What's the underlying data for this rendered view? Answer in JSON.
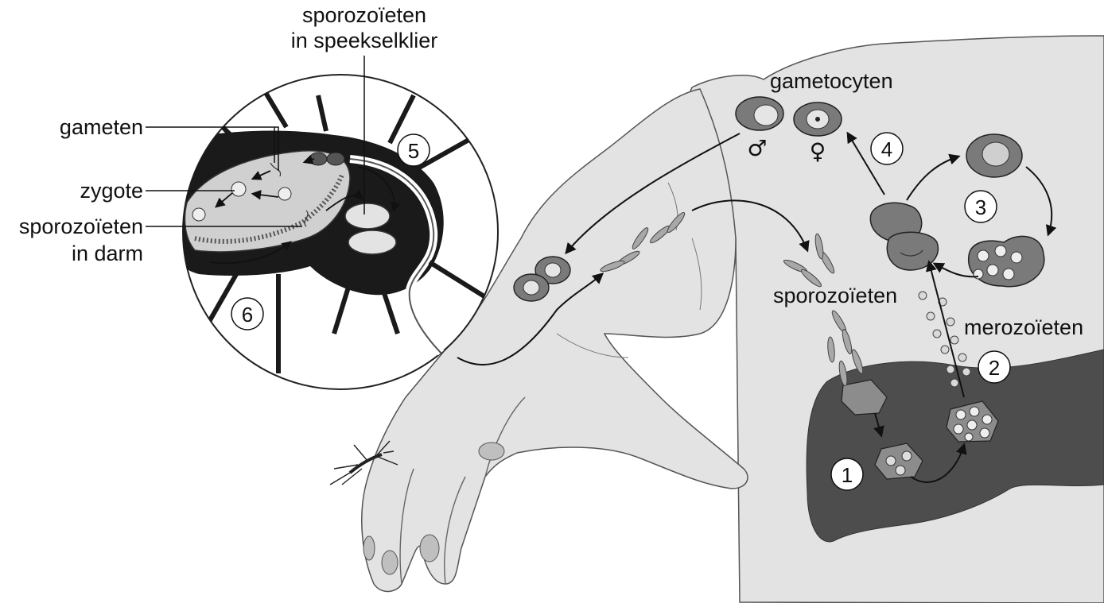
{
  "labels": {
    "sporozoieten_speekselklier_line1": "sporozoïeten",
    "sporozoieten_speekselklier_line2": "in speekselklier",
    "gameten": "gameten",
    "zygote": "zygote",
    "sporozoieten_darm_line1": "sporozoïeten",
    "sporozoieten_darm_line2": "in darm",
    "gametocyten": "gametocyten",
    "sporozoieten": "sporozoïeten",
    "merozoieten": "merozoïeten"
  },
  "symbols": {
    "male": "♂",
    "female": "♀"
  },
  "steps": [
    "1",
    "2",
    "3",
    "4",
    "5",
    "6"
  ],
  "colors": {
    "skin": "#e3e3e3",
    "outline": "#555555",
    "liver": "#4d4d4d",
    "cell": "#7a7a7a",
    "insect": "#1a1a1a",
    "lightgray": "#d0d0d0"
  }
}
